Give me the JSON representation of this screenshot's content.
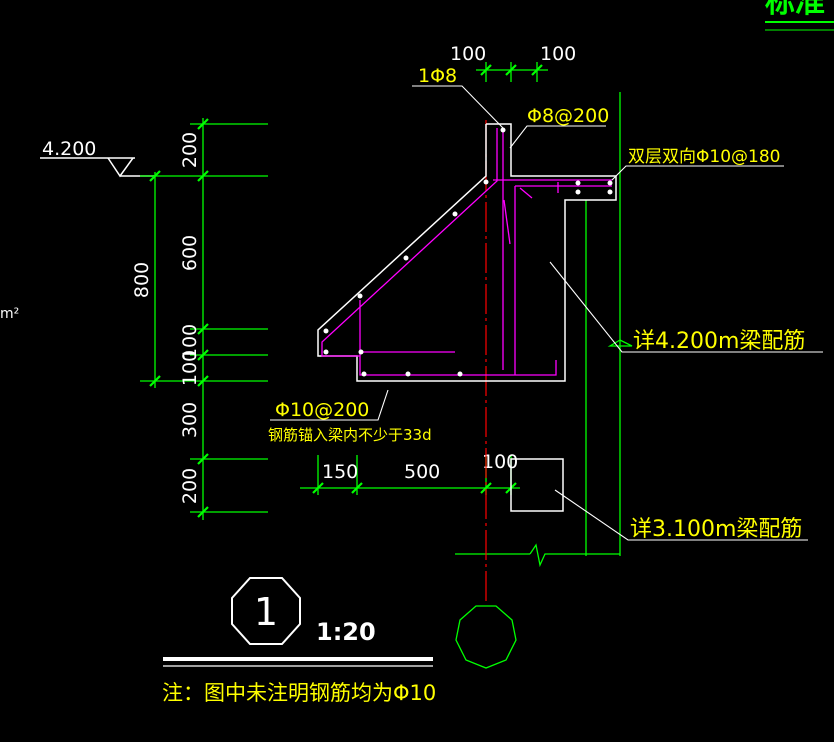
{
  "drawing": {
    "corner_title": "标准",
    "level_mark": "4.200",
    "superscript_fragment": "m²",
    "top_dims": [
      "100",
      "100"
    ],
    "vertical_dims": [
      "200",
      "600",
      "800",
      "100",
      "100",
      "300",
      "200"
    ],
    "bottom_dims": [
      "150",
      "500",
      "100"
    ],
    "labels": {
      "bar_1phi8": "1Φ8",
      "bar_phi8_200": "Φ8@200",
      "slab_bars": "双层双向Φ10@180",
      "beam_4200": "详4.200m梁配筋",
      "beam_3100": "详3.100m梁配筋",
      "bar_phi10_200": "Φ10@200",
      "anchor_note": "钢筋锚入梁内不少于33d"
    },
    "detail_number": "1",
    "scale": "1:20",
    "note": "注：图中未注明钢筋均为Φ10"
  },
  "colors": {
    "background": "#000000",
    "dimension": "#00ff00",
    "outline": "#ffffff",
    "rebar": "#ff00ff",
    "text": "#ffff00",
    "axis": "#ff0000"
  }
}
